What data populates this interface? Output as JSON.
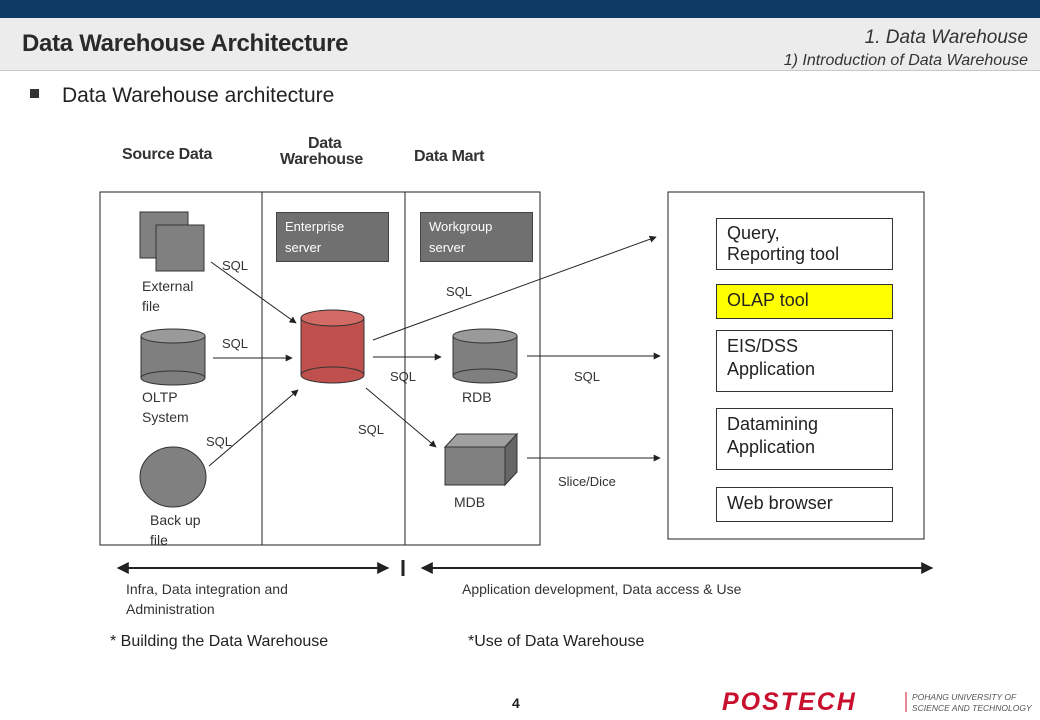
{
  "header": {
    "title": "Data Warehouse Architecture",
    "crumb_main": "1. Data Warehouse",
    "crumb_sub": "1) Introduction of Data Warehouse"
  },
  "bullet": "Data Warehouse architecture",
  "columns": {
    "source": "Source Data",
    "warehouse_line1": "Data",
    "warehouse_line2": "Warehouse",
    "mart": "Data Mart"
  },
  "sources": {
    "external_line1": "External",
    "external_line2": "file",
    "oltp_line1": "OLTP",
    "oltp_line2": "System",
    "backup_line1": "Back up",
    "backup_line2": "file"
  },
  "servers": {
    "enterprise_line1": "Enterprise",
    "enterprise_line2": "server",
    "workgroup_line1": "Workgroup",
    "workgroup_line2": "server"
  },
  "mart": {
    "rdb": "RDB",
    "mdb": "MDB"
  },
  "connectors": {
    "sql": "SQL",
    "slice_dice": "Slice/Dice"
  },
  "apps": {
    "query_line1": "Query,",
    "query_line2": "Reporting tool",
    "olap": "OLAP tool",
    "eis_line1": "EIS/DSS",
    "eis_line2": "Application",
    "dm_line1": "Datamining",
    "dm_line2": "Application",
    "web": "Web browser"
  },
  "scope": {
    "left_line1": "Infra, Data integration and",
    "left_line2": "Administration",
    "right": "Application development,  Data access & Use"
  },
  "footer": {
    "building": "* Building the Data Warehouse",
    "use": "*Use of Data Warehouse",
    "page": "4"
  },
  "logo": {
    "name": "POSTECH",
    "sub_line1": "POHANG UNIVERSITY OF",
    "sub_line2": "SCIENCE AND TECHNOLOGY"
  },
  "colors": {
    "header_bar": "#0e3a66",
    "cylinder_main": "#c0504d",
    "highlight": "#ffff00",
    "logo": "#c8102e"
  }
}
